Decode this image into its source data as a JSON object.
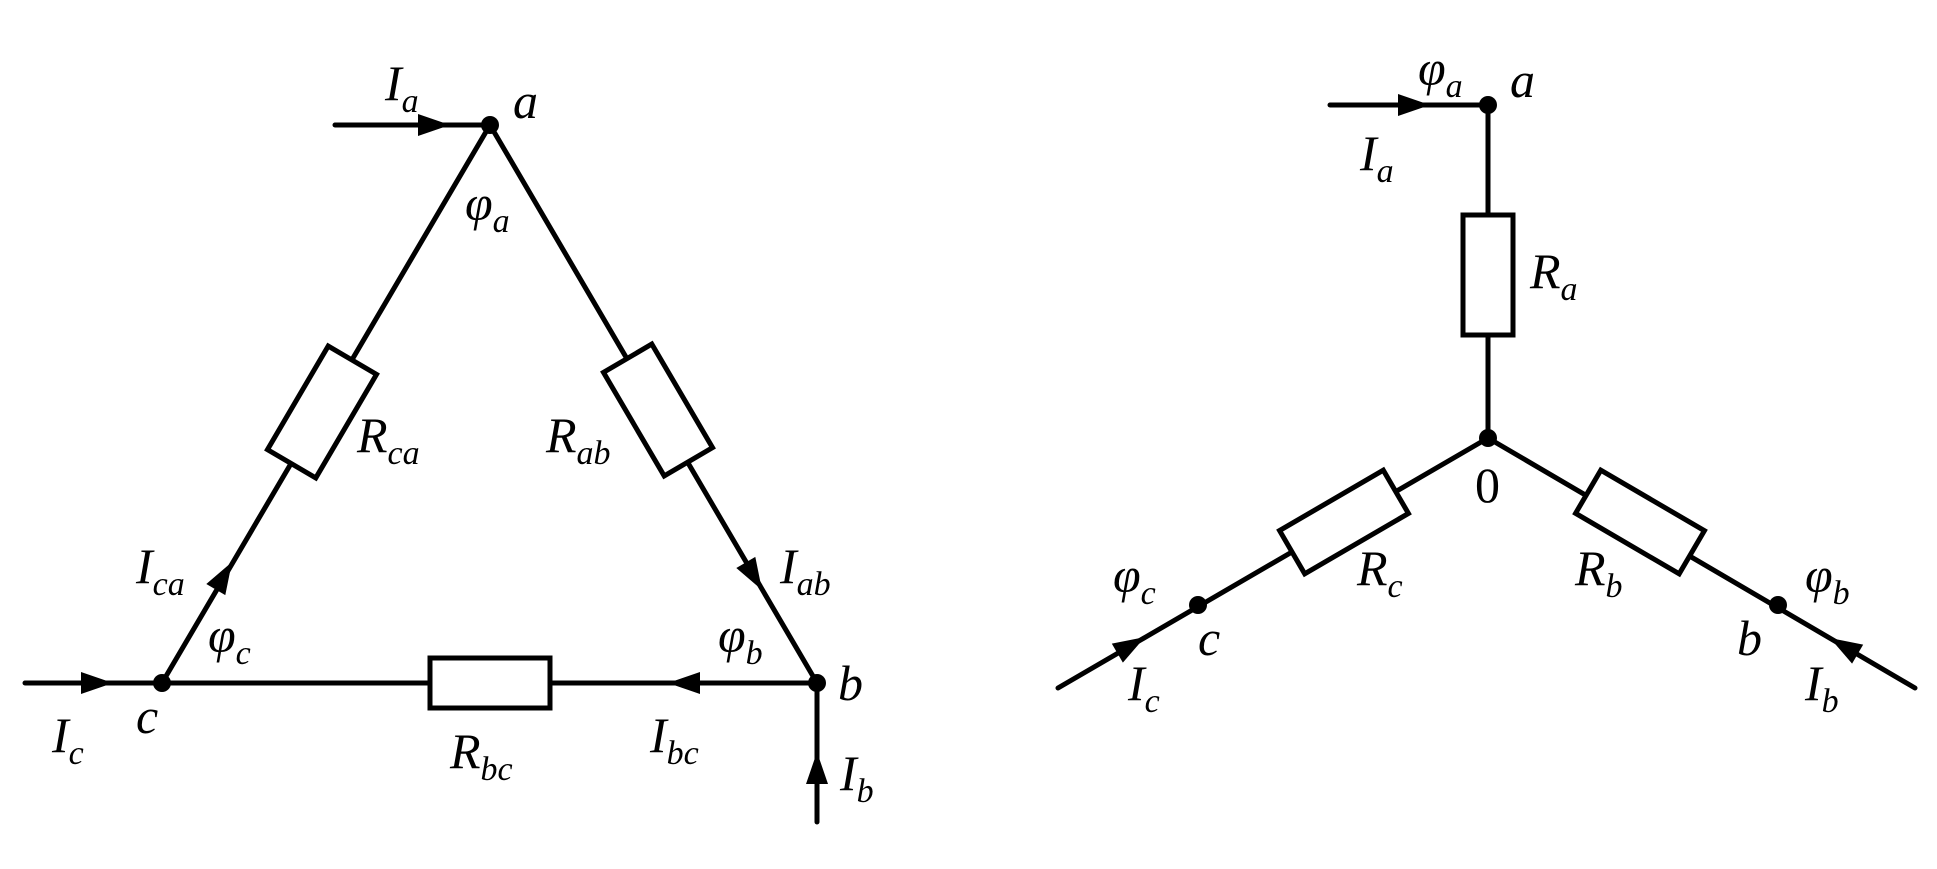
{
  "delta": {
    "nodes": {
      "a": "a",
      "b": "b",
      "c": "c"
    },
    "potentials": {
      "a": "φ",
      "a_sub": "a",
      "b": "φ",
      "b_sub": "b",
      "c": "φ",
      "c_sub": "c"
    },
    "resistors": {
      "ab": {
        "base": "R",
        "sub": "ab"
      },
      "bc": {
        "base": "R",
        "sub": "bc"
      },
      "ca": {
        "base": "R",
        "sub": "ca"
      }
    },
    "currents": {
      "a": {
        "base": "I",
        "sub": "a"
      },
      "b": {
        "base": "I",
        "sub": "b"
      },
      "c": {
        "base": "I",
        "sub": "c"
      },
      "ab": {
        "base": "I",
        "sub": "ab"
      },
      "bc": {
        "base": "I",
        "sub": "bc"
      },
      "ca": {
        "base": "I",
        "sub": "ca"
      }
    }
  },
  "star": {
    "nodes": {
      "a": "a",
      "b": "b",
      "c": "c",
      "center": "0"
    },
    "potentials": {
      "a": "φ",
      "a_sub": "a",
      "b": "φ",
      "b_sub": "b",
      "c": "φ",
      "c_sub": "c"
    },
    "resistors": {
      "a": {
        "base": "R",
        "sub": "a"
      },
      "b": {
        "base": "R",
        "sub": "b"
      },
      "c": {
        "base": "R",
        "sub": "c"
      }
    },
    "currents": {
      "a": {
        "base": "I",
        "sub": "a"
      },
      "b": {
        "base": "I",
        "sub": "b"
      },
      "c": {
        "base": "I",
        "sub": "c"
      }
    }
  }
}
